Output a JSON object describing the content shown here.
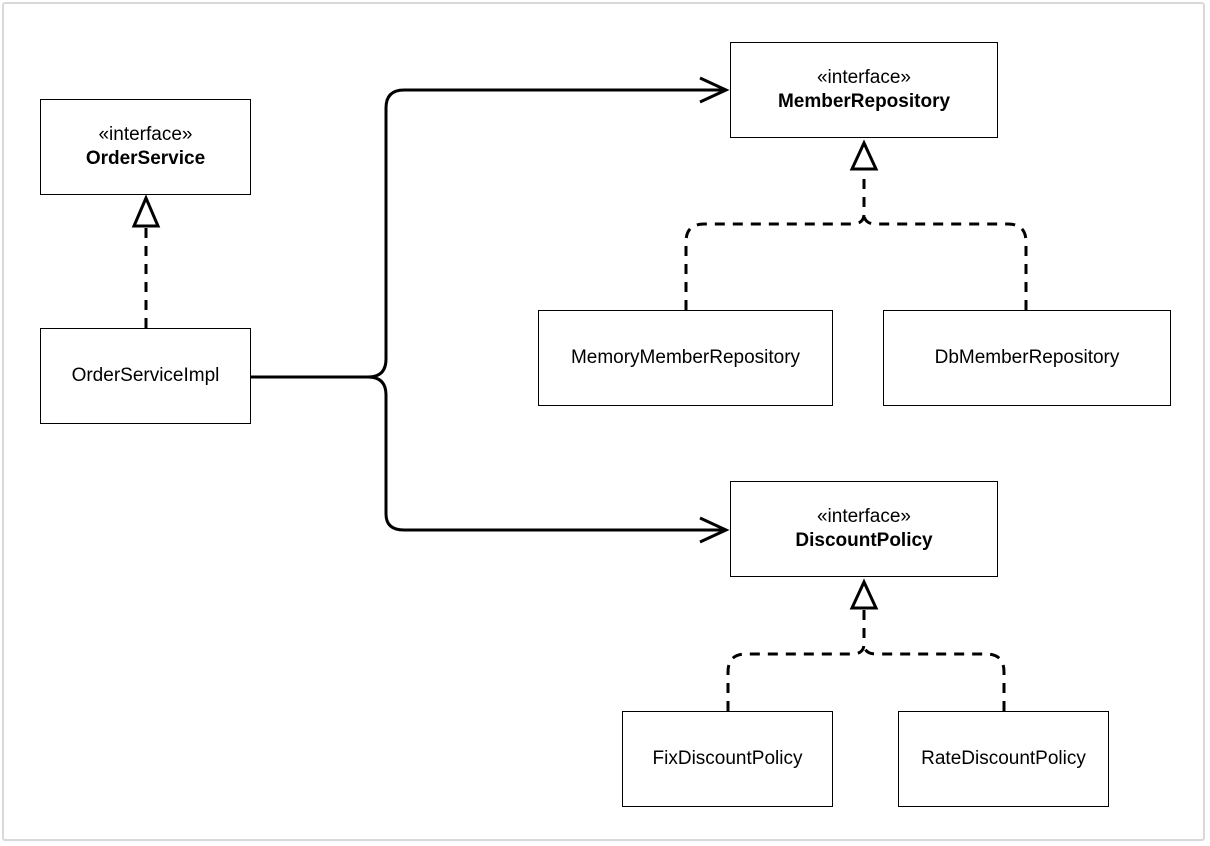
{
  "diagram": {
    "boxes": {
      "order_service": {
        "stereotype": "«interface»",
        "name": "OrderService"
      },
      "member_repository": {
        "stereotype": "«interface»",
        "name": "MemberRepository"
      },
      "discount_policy": {
        "stereotype": "«interface»",
        "name": "DiscountPolicy"
      },
      "order_service_impl": {
        "name": "OrderServiceImpl"
      },
      "memory_member_repository": {
        "name": "MemoryMemberRepository"
      },
      "db_member_repository": {
        "name": "DbMemberRepository"
      },
      "fix_discount_policy": {
        "name": "FixDiscountPolicy"
      },
      "rate_discount_policy": {
        "name": "RateDiscountPolicy"
      }
    },
    "relations": [
      {
        "from": "order_service_impl",
        "to": "order_service",
        "kind": "realization"
      },
      {
        "from": "order_service_impl",
        "to": "member_repository",
        "kind": "dependency"
      },
      {
        "from": "order_service_impl",
        "to": "discount_policy",
        "kind": "dependency"
      },
      {
        "from": "memory_member_repository",
        "to": "member_repository",
        "kind": "realization"
      },
      {
        "from": "db_member_repository",
        "to": "member_repository",
        "kind": "realization"
      },
      {
        "from": "fix_discount_policy",
        "to": "discount_policy",
        "kind": "realization"
      },
      {
        "from": "rate_discount_policy",
        "to": "discount_policy",
        "kind": "realization"
      }
    ]
  }
}
